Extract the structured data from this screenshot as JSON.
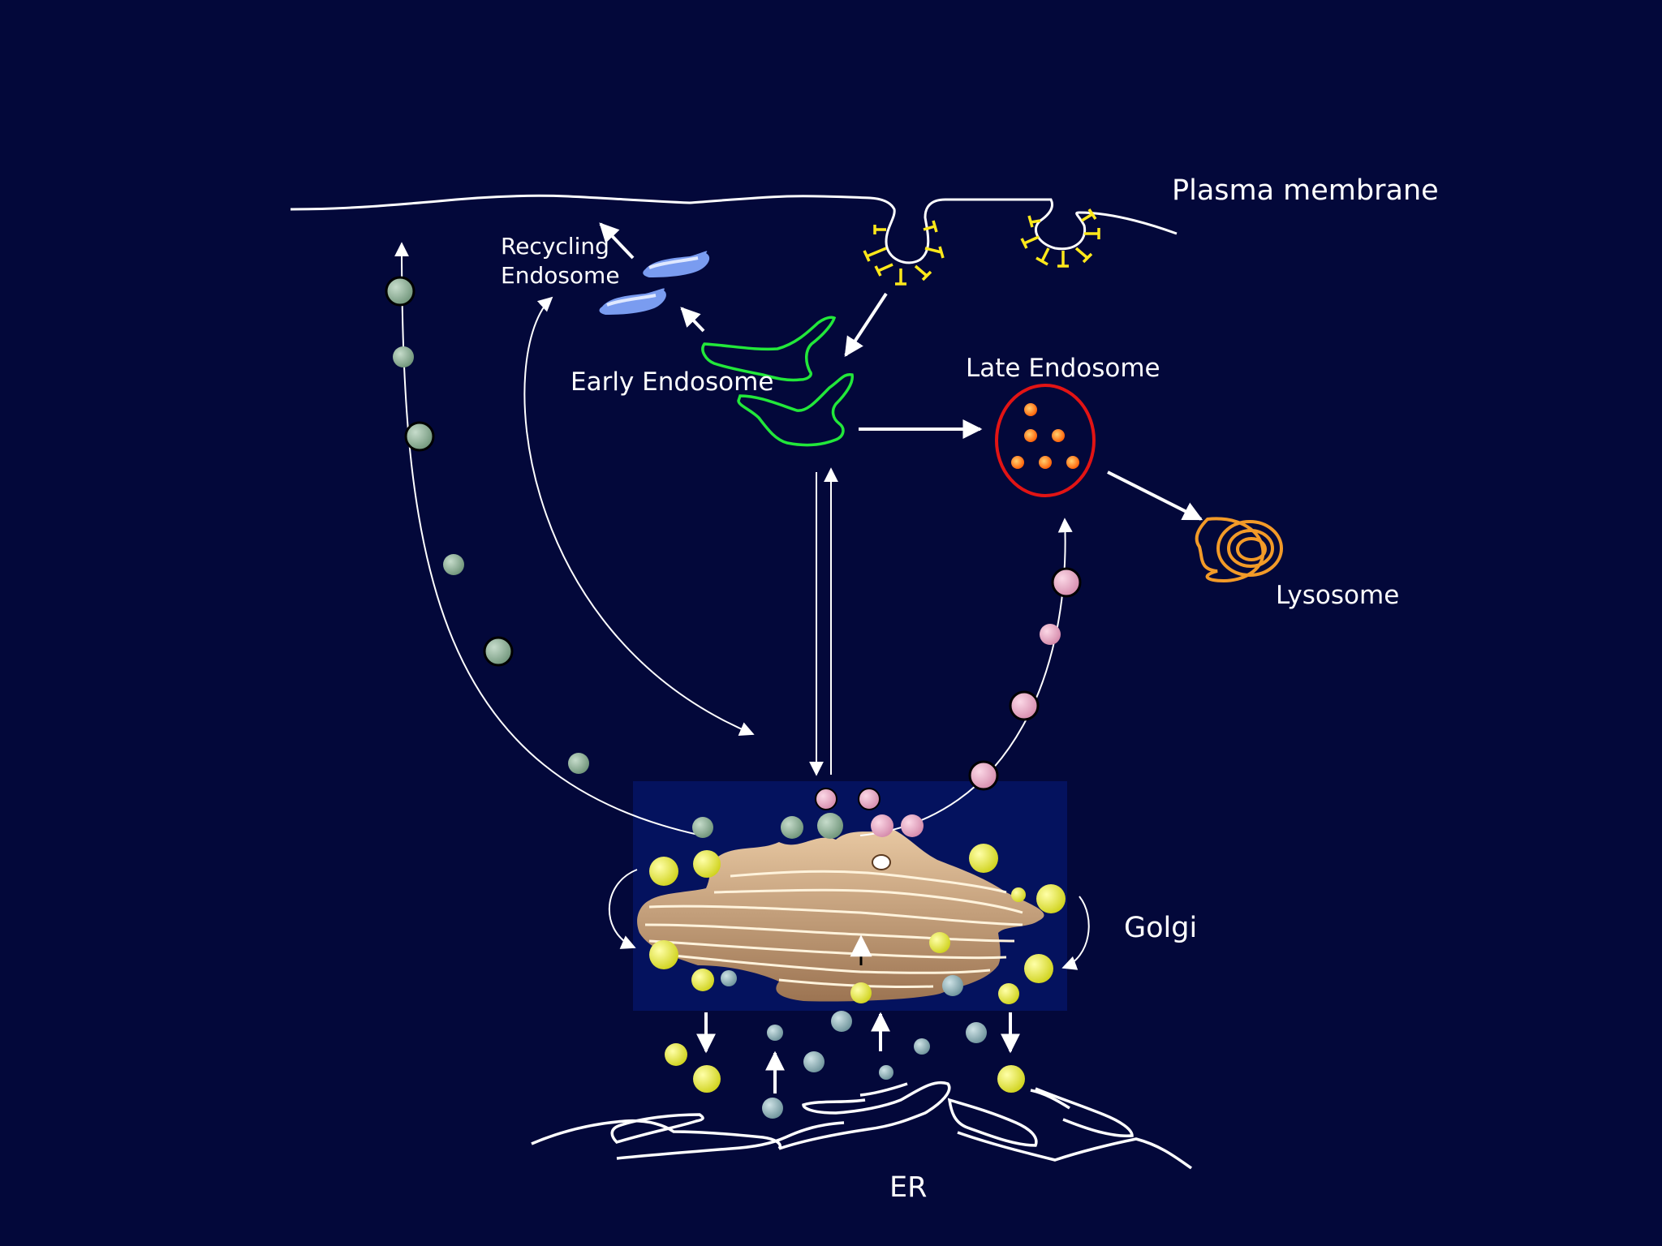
{
  "labels": {
    "plasma_membrane": "Plasma membrane",
    "recycling_line1": "Recycling",
    "recycling_line2": "Endosome",
    "early_endosome": "Early Endosome",
    "late_endosome": "Late Endosome",
    "lysosome": "Lysosome",
    "golgi": "Golgi",
    "er": "ER"
  },
  "colors": {
    "background": "#03083a",
    "golgi_box": "#04125e",
    "membrane": "#ffffff",
    "clathrin": "#ffe81a",
    "early_endosome": "#22e83a",
    "recycling_endosome": "#7a9cf0",
    "late_endosome_ring": "#e21414",
    "late_endosome_cargo": "#ff6a00",
    "lysosome": "#f29a28",
    "golgi_body": "#c89a72",
    "vesicle_green": "#8fb39a",
    "vesicle_pink": "#e6a8c4",
    "vesicle_yellow": "#e6e83a",
    "vesicle_blue": "#8fb0b8"
  }
}
